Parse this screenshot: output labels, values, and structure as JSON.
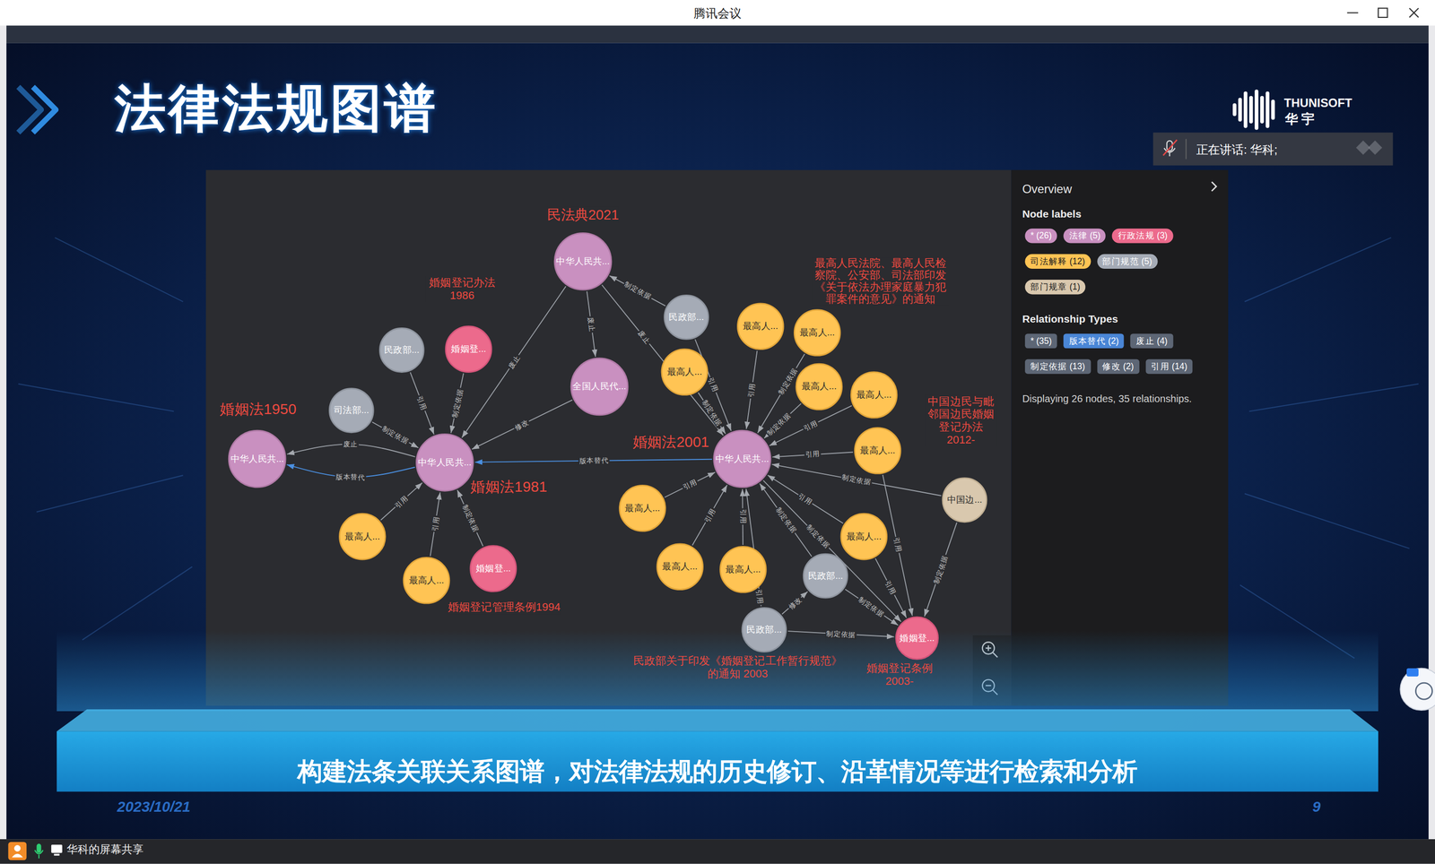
{
  "diagram": {
    "title": "法律法规图谱",
    "caption": "构建法条关联关系图谱，对法律法规的历史修订、沿革情况等进行检索和分析",
    "nodes": [
      {
        "text": [
          "中华人民共...",
          "民法典2021"
        ]
      },
      {
        "text": [
          "婚姻登...",
          "婚姻登记办法 1986"
        ]
      },
      {
        "text": [
          "民政部..."
        ]
      },
      {
        "text": [
          "民政部..."
        ]
      },
      {
        "text": [
          "最高人..."
        ]
      },
      {
        "text": [
          "最高人...",
          "最高人民法院、最高人民检 察院、公安部、司法部印发 《关于依法办理家庭暴力犯 罪案件的意见》的通知"
        ]
      },
      {
        "text": [
          "最高人..."
        ]
      },
      {
        "text": [
          "全国人民代..."
        ]
      },
      {
        "text": [
          "最高人..."
        ]
      },
      {
        "text": [
          "最高人..."
        ]
      },
      {
        "text": [
          "司法部..."
        ]
      },
      {
        "text": [
          "中华人民共...",
          "婚姻法1950"
        ]
      },
      {
        "text": [
          "中华人民共...",
          "婚姻法1981"
        ]
      },
      {
        "text": [
          "中华人民共...",
          "婚姻法2001"
        ]
      },
      {
        "text": [
          "最高人..."
        ]
      },
      {
        "text": [
          "中国边...",
          "中国边民与毗 邻国边民婚姻 登记办法 2012-"
        ]
      },
      {
        "text": [
          "最高人..."
        ]
      },
      {
        "text": [
          "最高人..."
        ]
      },
      {
        "text": [
          "最高人..."
        ]
      },
      {
        "text": [
          "最高人..."
        ]
      },
      {
        "text": [
          "最高人..."
        ]
      },
      {
        "text": [
          "婚姻登...",
          "婚姻登记管理条例1994"
        ]
      },
      {
        "text": [
          "民政部..."
        ]
      },
      {
        "text": [
          "最高人..."
        ]
      },
      {
        "text": [
          "民政部...",
          "民政部关于印发《婚姻登记工作暂行规范》 的通知 2003"
        ]
      },
      {
        "text": [
          "婚姻登...",
          "婚姻登记条例 2003-"
        ]
      }
    ],
    "edges": [
      {
        "from": 12,
        "to": 11,
        "arrow": "to",
        "label": "废止"
      },
      {
        "from": 12,
        "to": 11,
        "arrow": "to",
        "label": "版本替代"
      },
      {
        "from": 13,
        "to": 12,
        "arrow": "to",
        "label": "版本替代"
      },
      {
        "from": 0,
        "to": 12,
        "arrow": "to",
        "label": "废止"
      },
      {
        "from": 0,
        "to": 13,
        "arrow": "to",
        "label": "废止"
      },
      {
        "from": 0,
        "to": 7,
        "arrow": "to",
        "label": "废止"
      },
      {
        "from": 7,
        "to": 12,
        "arrow": "to",
        "label": "修改"
      },
      {
        "from": 3,
        "to": 0,
        "arrow": "to",
        "label": "制定依据"
      },
      {
        "from": 3,
        "to": 13,
        "arrow": "to",
        "label": "引用"
      },
      {
        "from": 2,
        "to": 12,
        "arrow": "to",
        "label": "引用"
      },
      {
        "from": 1,
        "to": 12,
        "arrow": "to",
        "label": "制定依据"
      },
      {
        "from": 10,
        "to": 12,
        "arrow": "to",
        "label": "制定依据"
      },
      {
        "from": 17,
        "to": 12,
        "arrow": "to",
        "label": "引用"
      },
      {
        "from": 23,
        "to": 12,
        "arrow": "to",
        "label": "引用"
      },
      {
        "from": 21,
        "to": 12,
        "arrow": "to",
        "label": "制定依据"
      },
      {
        "from": 4,
        "to": 13,
        "arrow": "to",
        "label": "引用"
      },
      {
        "from": 5,
        "to": 13,
        "arrow": "to",
        "label": "制定依据"
      },
      {
        "from": 6,
        "to": 13,
        "arrow": "to",
        "label": "制定依据"
      },
      {
        "from": 8,
        "to": 13,
        "arrow": "to",
        "label": "制定依据"
      },
      {
        "from": 9,
        "to": 13,
        "arrow": "to",
        "label": "引用"
      },
      {
        "from": 14,
        "to": 13,
        "arrow": "to",
        "label": "引用"
      },
      {
        "from": 15,
        "to": 13,
        "arrow": "to",
        "label": "制定依据"
      },
      {
        "from": 16,
        "to": 13,
        "arrow": "to",
        "label": "引用"
      },
      {
        "from": 19,
        "to": 13,
        "arrow": "to",
        "label": "引用"
      },
      {
        "from": 20,
        "to": 13,
        "arrow": "to",
        "label": "引用"
      },
      {
        "from": 18,
        "to": 13,
        "arrow": "to",
        "label": "引用"
      },
      {
        "from": 22,
        "to": 13,
        "arrow": "to",
        "label": "制定依据"
      },
      {
        "from": 13,
        "to": 25,
        "arrow": "to",
        "label": "制定依据"
      },
      {
        "from": 15,
        "to": 25,
        "arrow": "to",
        "label": "制定依据"
      },
      {
        "from": 24,
        "to": 25,
        "arrow": "to",
        "label": "制定依据"
      },
      {
        "from": 22,
        "to": 25,
        "arrow": "to",
        "label": "制定依据"
      },
      {
        "from": 24,
        "to": 22,
        "arrow": "to",
        "label": "修改"
      },
      {
        "from": 24,
        "to": 13,
        "arrow": "to",
        "label": "引用"
      },
      {
        "from": 14,
        "to": 25,
        "arrow": "to",
        "label": "引用"
      },
      {
        "from": 18,
        "to": 25,
        "arrow": "to",
        "label": "引用"
      }
    ],
    "labels": [
      "腾讯会议",
      "THUNISOFT",
      "华 宇",
      "正在讲话: 华科;",
      "Overview",
      "Node labels",
      "Relationship Types",
      "Displaying 26 nodes, 35 relationships.",
      "2023/10/21",
      "9",
      "华科的屏幕共享"
    ],
    "legend": [
      {
        "text": "* (26)",
        "color": "#c990c0"
      },
      {
        "text": "法律 (5)",
        "color": "#c990c0"
      },
      {
        "text": "行政法规 (3)",
        "color": "#ec6a8c"
      },
      {
        "text": "司法解释 (12)",
        "color": "#ffc454"
      },
      {
        "text": "部门规范 (5)",
        "color": "#a5abb6"
      },
      {
        "text": "部门规章 (1)",
        "color": "#d9c8ae"
      },
      {
        "text": "* (35)",
        "color": "#5d6675"
      },
      {
        "text": "版本替代 (2)",
        "color": "#4a86d6"
      },
      {
        "text": "废止 (4)",
        "color": "#5d6675"
      },
      {
        "text": "制定依据 (13)",
        "color": "#5d6675"
      },
      {
        "text": "修改 (2)",
        "color": "#5d6675"
      },
      {
        "text": "引用 (14)",
        "color": "#5d6675"
      }
    ]
  }
}
